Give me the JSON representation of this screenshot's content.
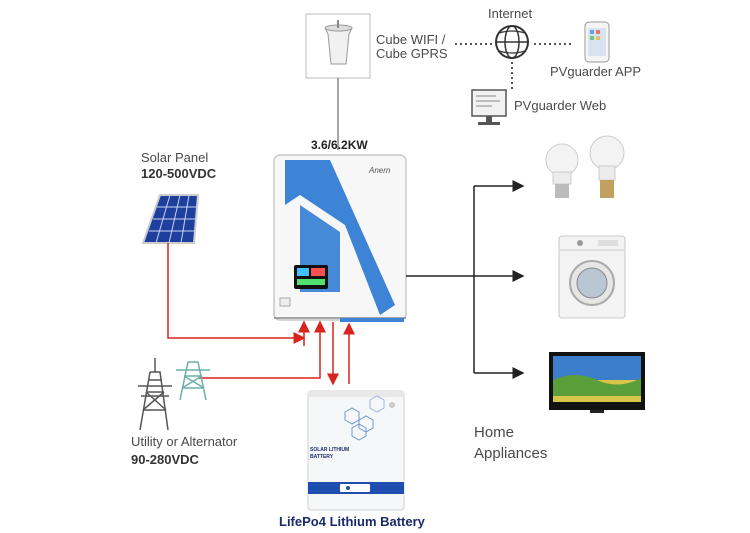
{
  "wifi": {
    "line1": "Cube WIFI /",
    "line2": "Cube GPRS"
  },
  "internet": {
    "label": "Internet"
  },
  "app": {
    "label": "PVguarder APP"
  },
  "web": {
    "label": "PVguarder Web"
  },
  "inverter": {
    "rating": "3.6/6.2KW",
    "brand": "Anern"
  },
  "solar": {
    "line1": "Solar Panel",
    "line2": "120-500VDC"
  },
  "utility": {
    "line1": "Utility or Alternator",
    "line2": "90-280VDC"
  },
  "battery": {
    "label": "LifePo4 Lithium Battery",
    "panel_text_1": "SOLAR LITHIUM",
    "panel_text_2": "BATTERY"
  },
  "home": {
    "line1": "Home",
    "line2": "Appliances"
  },
  "colors": {
    "power_line": "#d9231d",
    "data_line": "#777777",
    "brand_blue": "#3d84d6",
    "output_line": "#222222"
  }
}
